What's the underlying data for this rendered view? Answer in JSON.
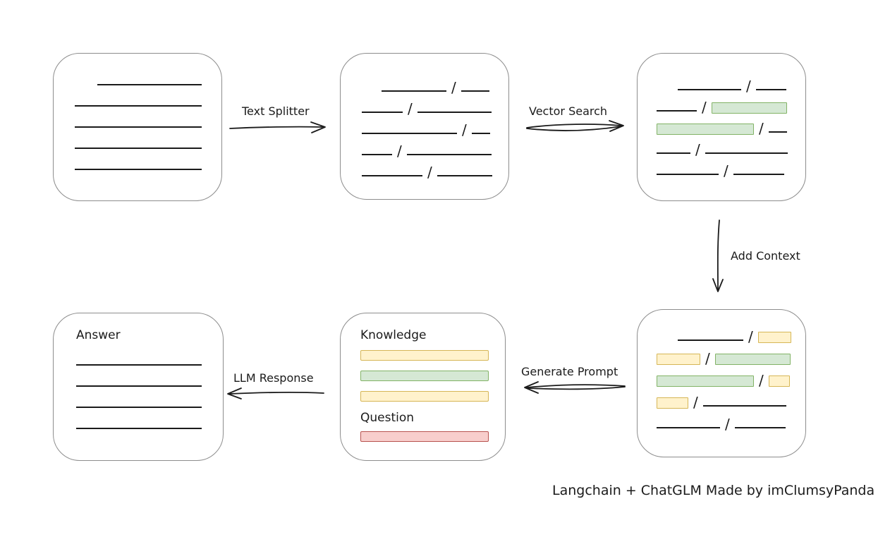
{
  "caption": "Langchain + ChatGLM Made by imClumsyPanda",
  "colors": {
    "ink": "#1b1b1b",
    "box_border": "#8d8d8d",
    "green_fill": "#d5e8d4",
    "green_border": "#82b366",
    "yellow_fill": "#fff2cc",
    "yellow_border": "#d6b656",
    "red_fill": "#f8cecc",
    "red_border": "#b85450"
  },
  "glyphs": {
    "slash": "/"
  },
  "arrows": {
    "text_splitter": {
      "label": "Text Splitter"
    },
    "vector_search": {
      "label": "Vector Search"
    },
    "add_context": {
      "label": "Add Context"
    },
    "generate_prompt": {
      "label": "Generate Prompt"
    },
    "llm_response": {
      "label": "LLM Response"
    }
  },
  "nodes": {
    "source_document": {
      "rows": [
        [
          {
            "t": "line",
            "w": 148,
            "ml": 32
          }
        ],
        [
          {
            "t": "line",
            "w": 180
          }
        ],
        [
          {
            "t": "line",
            "w": 180
          }
        ],
        [
          {
            "t": "line",
            "w": 180
          }
        ],
        [
          {
            "t": "line",
            "w": 180
          }
        ]
      ]
    },
    "split_chunks": {
      "rows": [
        [
          {
            "t": "line",
            "w": 92,
            "ml": 28
          },
          {
            "t": "slash"
          },
          {
            "t": "line",
            "w": 40
          }
        ],
        [
          {
            "t": "line",
            "w": 58
          },
          {
            "t": "slash"
          },
          {
            "t": "line",
            "w": 105
          }
        ],
        [
          {
            "t": "line",
            "w": 135
          },
          {
            "t": "slash"
          },
          {
            "t": "line",
            "w": 26
          }
        ],
        [
          {
            "t": "line",
            "w": 43
          },
          {
            "t": "slash"
          },
          {
            "t": "line",
            "w": 120
          }
        ],
        [
          {
            "t": "line",
            "w": 86
          },
          {
            "t": "slash"
          },
          {
            "t": "line",
            "w": 78
          }
        ]
      ]
    },
    "matched_chunks": {
      "rows": [
        [
          {
            "t": "line",
            "w": 90,
            "ml": 30
          },
          {
            "t": "slash"
          },
          {
            "t": "line",
            "w": 43
          }
        ],
        [
          {
            "t": "line",
            "w": 57
          },
          {
            "t": "slash"
          },
          {
            "t": "green",
            "w": 107
          }
        ],
        [
          {
            "t": "green",
            "w": 138
          },
          {
            "t": "slash"
          },
          {
            "t": "line",
            "w": 26
          }
        ],
        [
          {
            "t": "line",
            "w": 48
          },
          {
            "t": "slash"
          },
          {
            "t": "line",
            "w": 117
          }
        ],
        [
          {
            "t": "line",
            "w": 88
          },
          {
            "t": "slash"
          },
          {
            "t": "line",
            "w": 72
          }
        ]
      ]
    },
    "context_chunks": {
      "rows": [
        [
          {
            "t": "line",
            "w": 93,
            "ml": 30
          },
          {
            "t": "slash"
          },
          {
            "t": "yellow",
            "w": 47
          }
        ],
        [
          {
            "t": "yellow",
            "w": 62
          },
          {
            "t": "slash"
          },
          {
            "t": "green",
            "w": 107
          }
        ],
        [
          {
            "t": "green",
            "w": 138
          },
          {
            "t": "slash"
          },
          {
            "t": "yellow",
            "w": 30
          }
        ],
        [
          {
            "t": "yellow",
            "w": 45
          },
          {
            "t": "slash"
          },
          {
            "t": "line",
            "w": 118
          }
        ],
        [
          {
            "t": "line",
            "w": 90
          },
          {
            "t": "slash"
          },
          {
            "t": "line",
            "w": 72
          }
        ]
      ]
    },
    "prompt": {
      "knowledge_label": "Knowledge",
      "question_label": "Question",
      "knowledge_bars": [
        "yellow",
        "green",
        "yellow"
      ],
      "question_bars": [
        "red"
      ]
    },
    "answer": {
      "label": "Answer",
      "rows": [
        [
          {
            "t": "line",
            "w": 178
          }
        ],
        [
          {
            "t": "line",
            "w": 178
          }
        ],
        [
          {
            "t": "line",
            "w": 178
          }
        ],
        [
          {
            "t": "line",
            "w": 178
          }
        ]
      ]
    }
  }
}
